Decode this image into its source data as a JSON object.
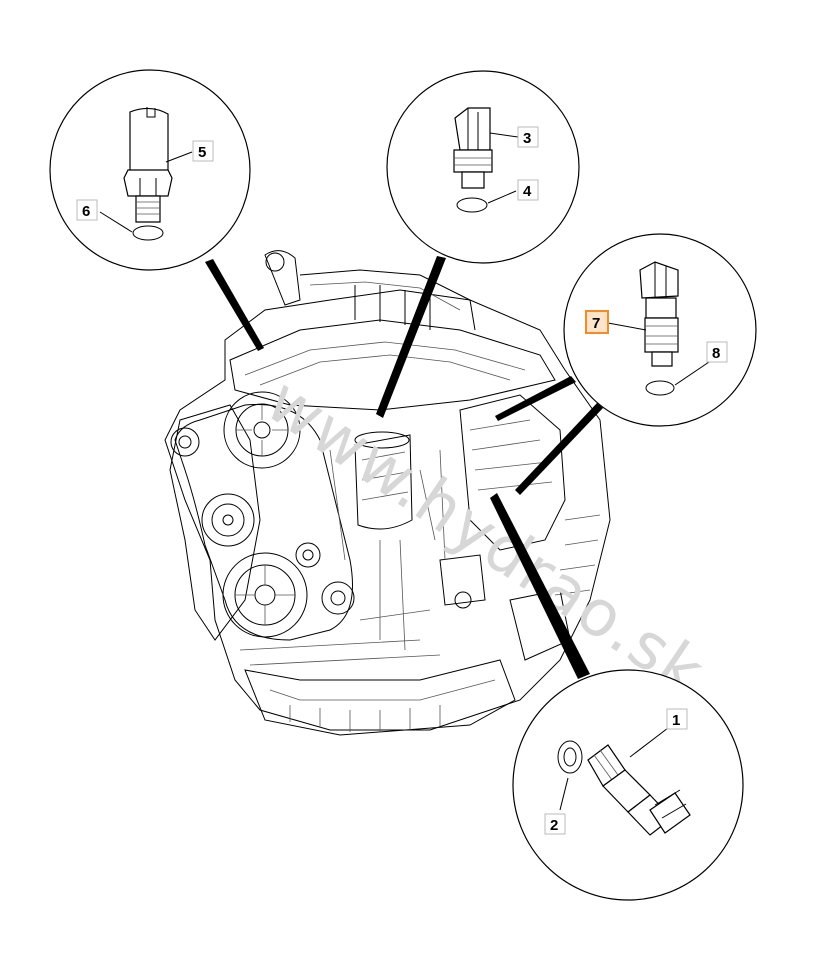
{
  "watermark": "www.hydrao.sk",
  "colors": {
    "line": "#000000",
    "highlight": "#f28c28",
    "highlight_fill": "#ffe4c9",
    "watermark": "#d7d7d7"
  },
  "callouts": [
    {
      "id": "1",
      "label": "1",
      "highlighted": false
    },
    {
      "id": "2",
      "label": "2",
      "highlighted": false
    },
    {
      "id": "3",
      "label": "3",
      "highlighted": false
    },
    {
      "id": "4",
      "label": "4",
      "highlighted": false
    },
    {
      "id": "5",
      "label": "5",
      "highlighted": false
    },
    {
      "id": "6",
      "label": "6",
      "highlighted": false
    },
    {
      "id": "7",
      "label": "7",
      "highlighted": true
    },
    {
      "id": "8",
      "label": "8",
      "highlighted": false
    }
  ]
}
